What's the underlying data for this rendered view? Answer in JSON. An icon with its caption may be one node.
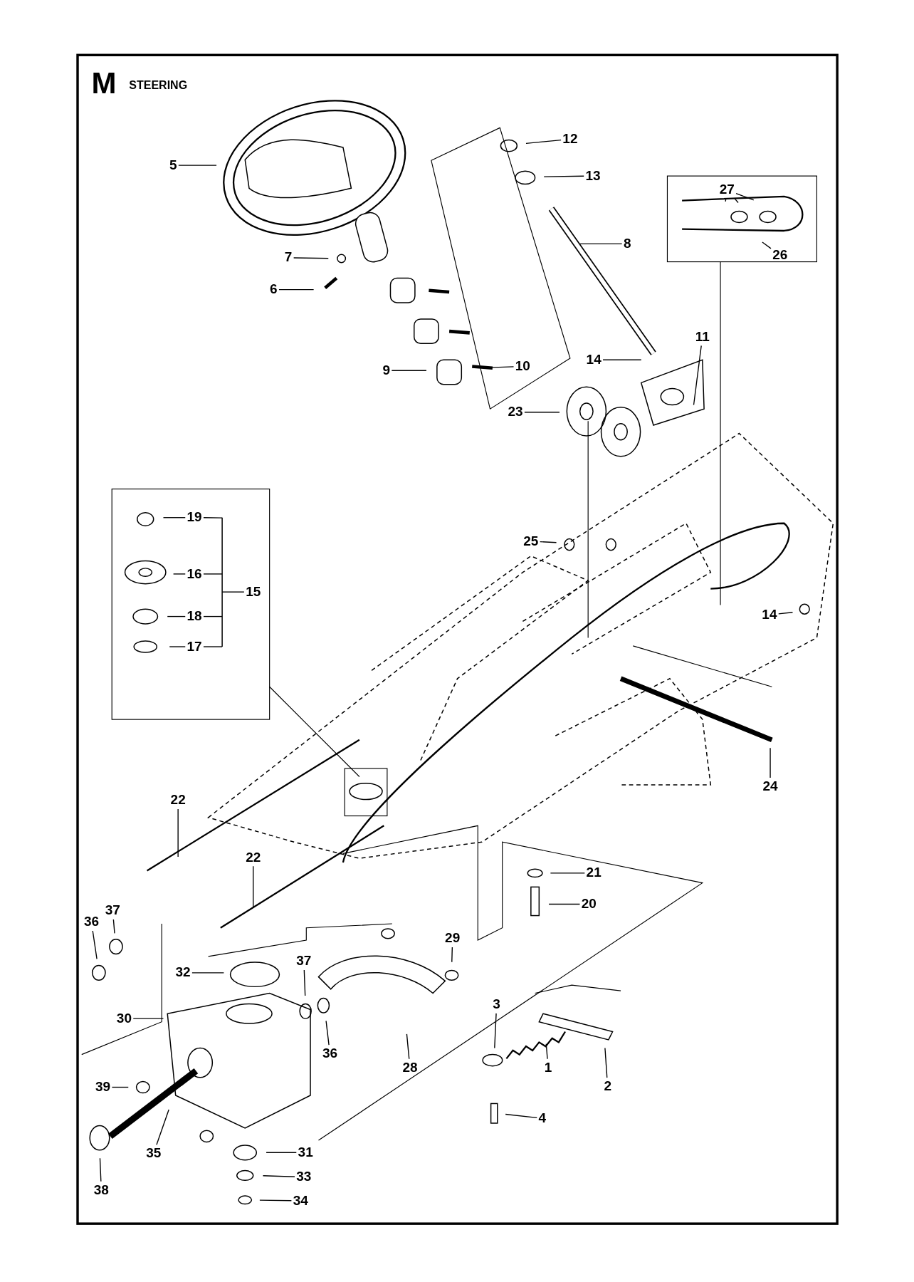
{
  "diagram": {
    "title": "STEERING",
    "nodes": [
      {
        "text": [
          "5"
        ]
      },
      {
        "text": [
          "7"
        ]
      },
      {
        "text": [
          "6"
        ]
      },
      {
        "text": [
          "12"
        ]
      },
      {
        "text": [
          "13"
        ]
      },
      {
        "text": [
          "8"
        ]
      },
      {
        "text": [
          "27"
        ]
      },
      {
        "text": [
          "26"
        ]
      },
      {
        "text": [
          "11"
        ]
      },
      {
        "text": [
          "14"
        ]
      },
      {
        "text": [
          "9"
        ]
      },
      {
        "text": [
          "10"
        ]
      },
      {
        "text": [
          "23"
        ]
      },
      {
        "text": [
          "25"
        ]
      },
      {
        "text": [
          "14"
        ]
      },
      {
        "text": [
          "19"
        ]
      },
      {
        "text": [
          "16"
        ]
      },
      {
        "text": [
          "15"
        ]
      },
      {
        "text": [
          "18"
        ]
      },
      {
        "text": [
          "17"
        ]
      },
      {
        "text": [
          "24"
        ]
      },
      {
        "text": [
          "22"
        ]
      },
      {
        "text": [
          "22"
        ]
      },
      {
        "text": [
          "21"
        ]
      },
      {
        "text": [
          "20"
        ]
      },
      {
        "text": [
          "37"
        ]
      },
      {
        "text": [
          "36"
        ]
      },
      {
        "text": [
          "29"
        ]
      },
      {
        "text": [
          "37"
        ]
      },
      {
        "text": [
          "32"
        ]
      },
      {
        "text": [
          "30"
        ]
      },
      {
        "text": [
          "36"
        ]
      },
      {
        "text": [
          "3"
        ]
      },
      {
        "text": [
          "28"
        ]
      },
      {
        "text": [
          "1"
        ]
      },
      {
        "text": [
          "39"
        ]
      },
      {
        "text": [
          "2"
        ]
      },
      {
        "text": [
          "4"
        ]
      },
      {
        "text": [
          "35"
        ]
      },
      {
        "text": [
          "31"
        ]
      },
      {
        "text": [
          "33"
        ]
      },
      {
        "text": [
          "38"
        ]
      },
      {
        "text": [
          "34"
        ]
      },
      {
        "text": [],
        "shape": "bar"
      }
    ],
    "edges": [
      {
        "from": 0,
        "to": null,
        "arrow": "none"
      },
      {
        "from": 1,
        "to": null,
        "arrow": "none"
      },
      {
        "from": 2,
        "to": null,
        "arrow": "none"
      },
      {
        "from": 3,
        "to": null,
        "arrow": "none"
      },
      {
        "from": 4,
        "to": null,
        "arrow": "none"
      },
      {
        "from": 5,
        "to": null,
        "arrow": "none"
      },
      {
        "from": 6,
        "to": null,
        "arrow": "none"
      },
      {
        "from": 6,
        "to": null,
        "arrow": "none"
      },
      {
        "from": 6,
        "to": null,
        "arrow": "none"
      },
      {
        "from": 7,
        "to": null,
        "arrow": "none"
      },
      {
        "from": 8,
        "to": null,
        "arrow": "none"
      },
      {
        "from": 9,
        "to": null,
        "arrow": "none"
      },
      {
        "from": 10,
        "to": null,
        "arrow": "none"
      },
      {
        "from": 11,
        "to": null,
        "arrow": "none"
      },
      {
        "from": 12,
        "to": null,
        "arrow": "none"
      },
      {
        "from": 13,
        "to": null,
        "arrow": "none"
      },
      {
        "from": 14,
        "to": null,
        "arrow": "none"
      },
      {
        "from": 15,
        "to": null,
        "arrow": "none"
      },
      {
        "from": 16,
        "to": null,
        "arrow": "none"
      },
      {
        "from": 17,
        "to": 43,
        "arrow": "none"
      },
      {
        "from": 18,
        "to": null,
        "arrow": "none"
      },
      {
        "from": 19,
        "to": null,
        "arrow": "none"
      },
      {
        "from": 20,
        "to": null,
        "arrow": "none"
      },
      {
        "from": 21,
        "to": null,
        "arrow": "none"
      },
      {
        "from": 22,
        "to": null,
        "arrow": "none"
      },
      {
        "from": 23,
        "to": null,
        "arrow": "none"
      },
      {
        "from": 24,
        "to": null,
        "arrow": "none"
      },
      {
        "from": 25,
        "to": null,
        "arrow": "none"
      },
      {
        "from": 26,
        "to": null,
        "arrow": "none"
      },
      {
        "from": 27,
        "to": null,
        "arrow": "none"
      },
      {
        "from": 28,
        "to": null,
        "arrow": "none"
      },
      {
        "from": 29,
        "to": null,
        "arrow": "none"
      },
      {
        "from": 30,
        "to": null,
        "arrow": "none"
      },
      {
        "from": 31,
        "to": null,
        "arrow": "none"
      },
      {
        "from": 32,
        "to": null,
        "arrow": "none"
      },
      {
        "from": 33,
        "to": null,
        "arrow": "none"
      },
      {
        "from": 34,
        "to": null,
        "arrow": "none"
      },
      {
        "from": 35,
        "to": null,
        "arrow": "none"
      },
      {
        "from": 36,
        "to": null,
        "arrow": "none"
      },
      {
        "from": 37,
        "to": null,
        "arrow": "none"
      },
      {
        "from": 38,
        "to": null,
        "arrow": "none"
      },
      {
        "from": 39,
        "to": null,
        "arrow": "none"
      },
      {
        "from": 40,
        "to": null,
        "arrow": "none"
      },
      {
        "from": 41,
        "to": null,
        "arrow": "none"
      },
      {
        "from": 42,
        "to": null,
        "arrow": "none"
      },
      {
        "from": 15,
        "to": 43,
        "arrow": "none"
      },
      {
        "from": 16,
        "to": 43,
        "arrow": "none"
      },
      {
        "from": 18,
        "to": 43,
        "arrow": "none"
      },
      {
        "from": 19,
        "to": 43,
        "arrow": "none"
      }
    ],
    "labels": [
      "M"
    ]
  }
}
